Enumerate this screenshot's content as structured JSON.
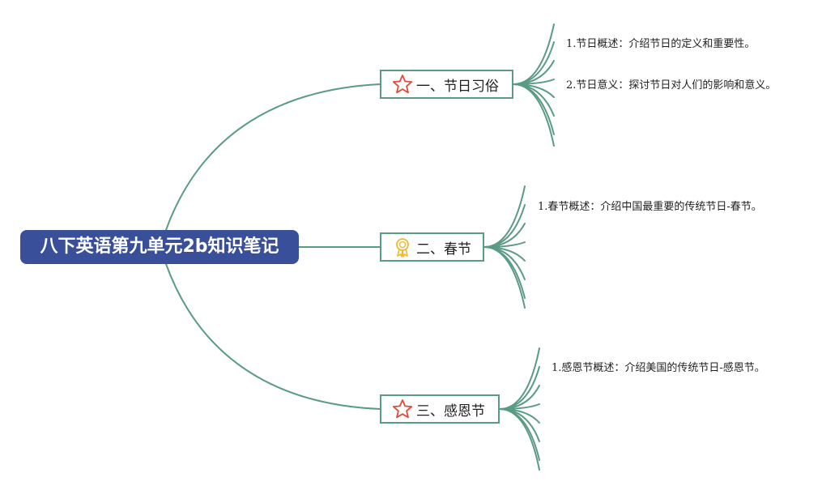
{
  "root": {
    "label": "八下英语第九单元2b知识笔记"
  },
  "branches": [
    {
      "label": "一、节日习俗",
      "icon": "star-icon",
      "icon_color": "#e0493a",
      "leaves": [
        "1.节日概述：介绍节日的定义和重要性。",
        "2.节日意义：探讨节日对人们的影响和意义。"
      ]
    },
    {
      "label": "二、春节",
      "icon": "award-ribbon-icon",
      "icon_color": "#f2b731",
      "leaves": [
        "1.春节概述：介绍中国最重要的传统节日-春节。"
      ]
    },
    {
      "label": "三、感恩节",
      "icon": "star-icon",
      "icon_color": "#e0493a",
      "leaves": [
        "1.感恩节概述：介绍美国的传统节日-感恩节。"
      ]
    }
  ],
  "colors": {
    "root_fill": "#3a4f9a",
    "connector": "#5a9b85",
    "text": "#1f1f1f"
  }
}
